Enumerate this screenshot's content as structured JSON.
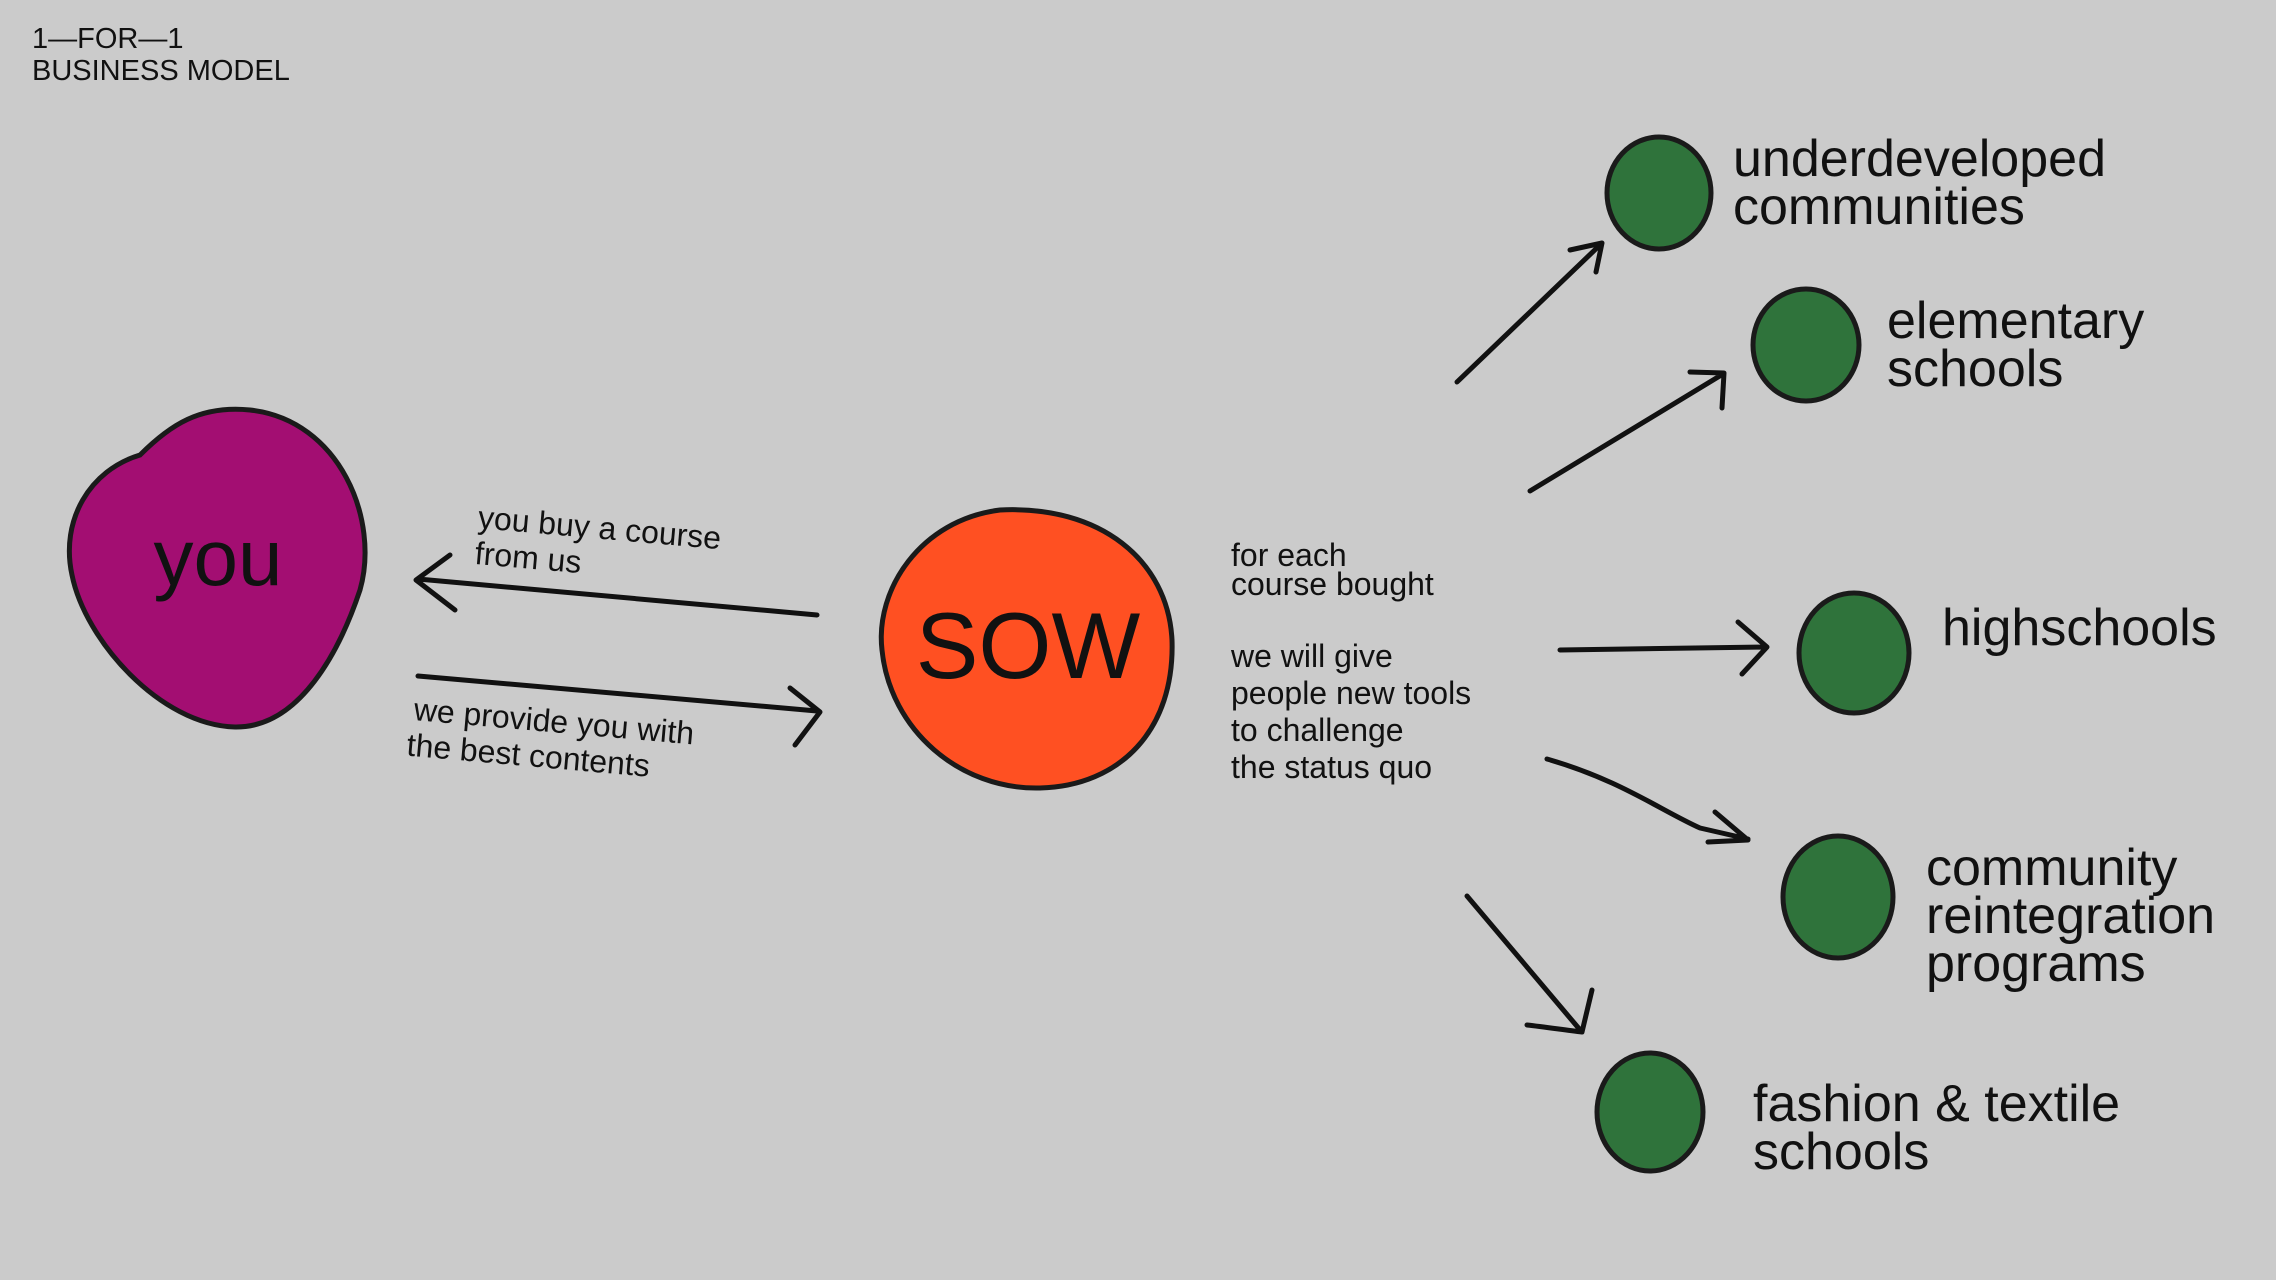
{
  "title": {
    "line1": "1—FOR—1",
    "line2": "BUSINESS MODEL"
  },
  "colors": {
    "you": "#A30E72",
    "sow": "#FF5022",
    "target": "#2F733B",
    "background": "#CBCBCB"
  },
  "nodes": {
    "you": "you",
    "sow": "SOW"
  },
  "flows": {
    "buy": {
      "line1": "you buy a course",
      "line2": "from us"
    },
    "provide": {
      "line1": "we provide you with",
      "line2": "the best contents"
    }
  },
  "promise": {
    "line1": "for each",
    "line2": "course bought",
    "line3": "we will give",
    "line4": "people new tools",
    "line5": "to challenge",
    "line6": "the status quo"
  },
  "targets": [
    {
      "lines": [
        "underdeveloped",
        "communities"
      ]
    },
    {
      "lines": [
        "elementary",
        "schools"
      ]
    },
    {
      "lines": [
        "highschools"
      ]
    },
    {
      "lines": [
        "community",
        "reintegration",
        "programs"
      ]
    },
    {
      "lines": [
        "fashion & textile",
        "schools"
      ]
    }
  ]
}
